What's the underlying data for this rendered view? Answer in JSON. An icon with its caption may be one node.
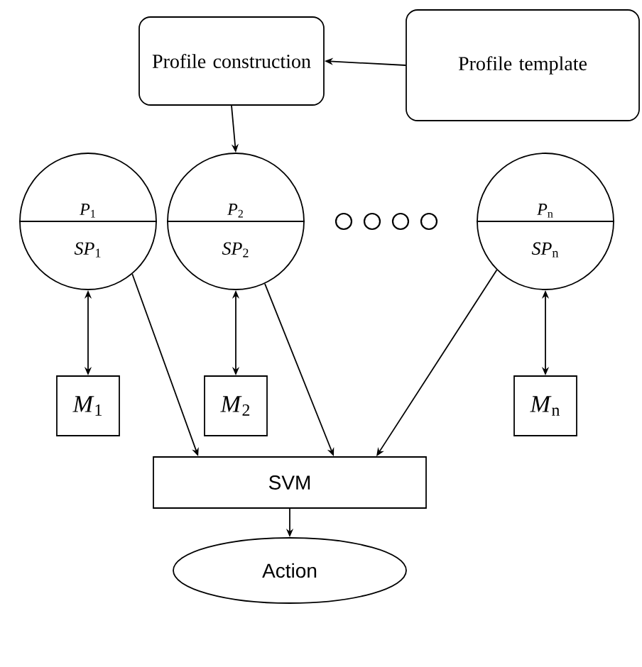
{
  "diagram": {
    "nodes": [
      {
        "text": [
          "Profile construction"
        ]
      },
      {
        "text": [
          "Profile template"
        ]
      },
      {
        "text": [
          "*P*$_{1}$",
          "*SP*$_{1}$"
        ]
      },
      {
        "text": [
          "*P*$_{2}$",
          "*SP*$_{2}$"
        ]
      },
      {
        "text": [
          "*P*$_{n}$",
          "*SP*$_{n}$"
        ]
      },
      {
        "text": [
          "*M*$_{1}$"
        ]
      },
      {
        "text": [
          "*M*$_{2}$"
        ]
      },
      {
        "text": [
          "*M*$_{n}$"
        ]
      },
      {
        "text": [
          "SVM"
        ]
      },
      {
        "text": [
          "Action"
        ]
      }
    ],
    "edges": [
      {
        "from": 1,
        "to": 0,
        "arrow": "to"
      },
      {
        "from": 0,
        "to": 3,
        "arrow": "to"
      },
      {
        "from": 2,
        "to": 5,
        "arrow": "both"
      },
      {
        "from": 3,
        "to": 6,
        "arrow": "both"
      },
      {
        "from": 4,
        "to": 7,
        "arrow": "both"
      },
      {
        "from": 2,
        "to": 8,
        "arrow": "to"
      },
      {
        "from": 3,
        "to": 8,
        "arrow": "to"
      },
      {
        "from": 4,
        "to": 8,
        "arrow": "to"
      },
      {
        "from": 8,
        "to": 9,
        "arrow": "to"
      }
    ]
  }
}
